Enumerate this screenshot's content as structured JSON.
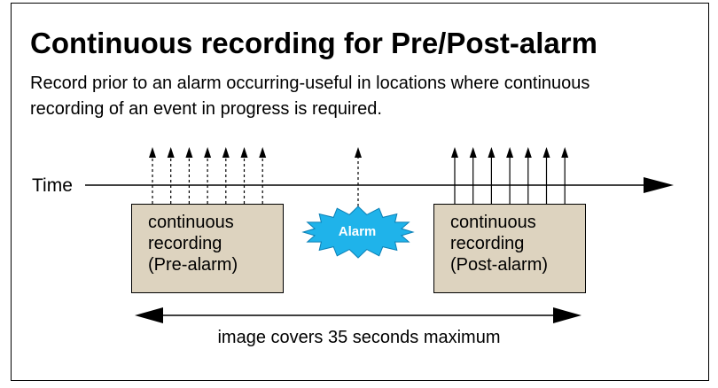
{
  "title": "Continuous recording for Pre/Post-alarm",
  "subtitle": "Record prior to an alarm occurring-useful in locations where continuous recording of an event in progress is required.",
  "timeline": {
    "label": "Time"
  },
  "pre_alarm_box": {
    "text": "continuous\nrecording\n(Pre-alarm)",
    "fill": "#ddd3bf"
  },
  "post_alarm_box": {
    "text": "continuous\nrecording\n(Post-alarm)",
    "fill": "#ddd3bf"
  },
  "alarm": {
    "label": "Alarm",
    "color": "#1fb3ea"
  },
  "span": {
    "caption": "image covers 35 seconds maximum"
  },
  "pre_alarm_frames": 7,
  "post_alarm_frames": 7
}
